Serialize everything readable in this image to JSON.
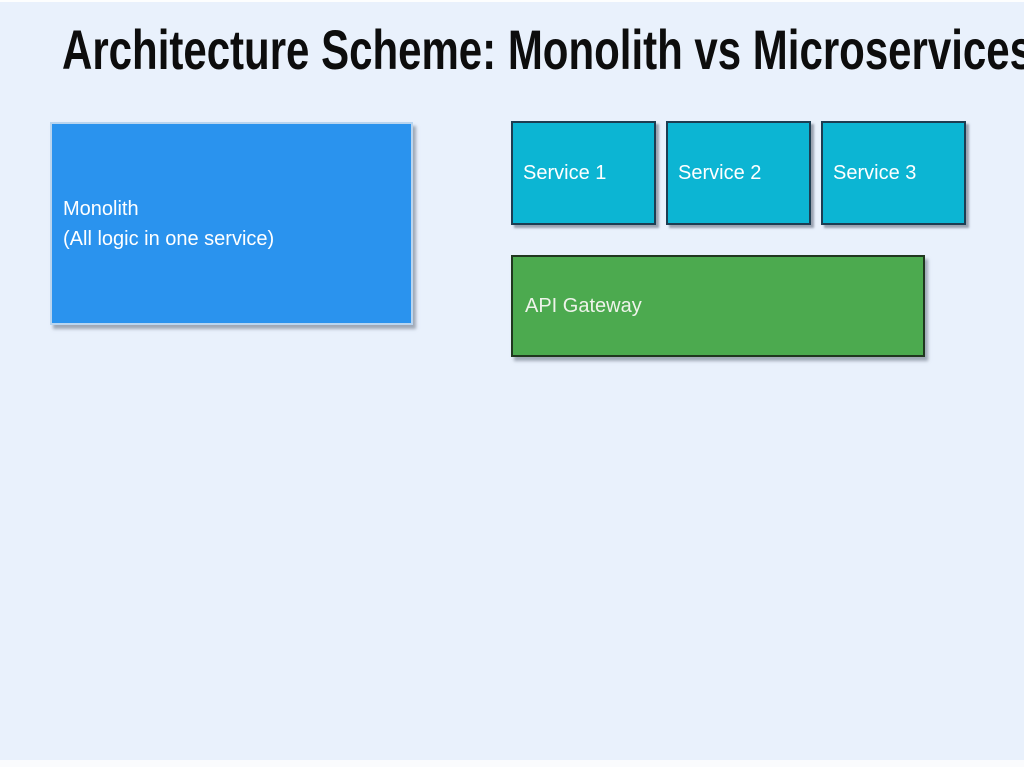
{
  "slide": {
    "title": "Architecture Scheme: Monolith vs Microservices",
    "background_color": "#e9f1fc",
    "title_color": "#0d0d0d"
  },
  "monolith": {
    "label_line1": "Monolith",
    "label_line2": "(All logic in one service)",
    "fill_color": "#2a93ee",
    "border_color": "#b9d5ef",
    "text_color": "#ffffff"
  },
  "services": {
    "items": [
      {
        "label": "Service 1"
      },
      {
        "label": "Service 2"
      },
      {
        "label": "Service 3"
      }
    ],
    "fill_color": "#0cb5d3",
    "border_color": "#1d3d52",
    "text_color": "#ffffff"
  },
  "gateway": {
    "label": "API Gateway",
    "fill_color": "#4caa4f",
    "border_color": "#20371f",
    "text_color": "#eef3ea"
  }
}
